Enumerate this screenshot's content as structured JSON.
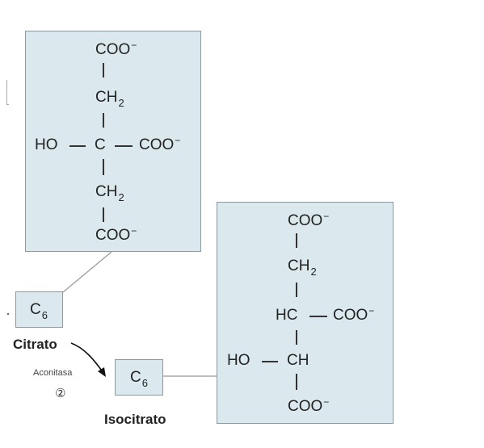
{
  "citrate": {
    "top": "COO",
    "charge": "−",
    "ch2_top": "CH",
    "sub2": "2",
    "ho": "HO",
    "c": "C",
    "right": "COO",
    "ch2_bottom": "CH",
    "bottom": "COO",
    "short_label": "C",
    "short_sub": "6",
    "name": "Citrato"
  },
  "isocitrate": {
    "top": "COO",
    "charge": "−",
    "ch2": "CH",
    "sub2": "2",
    "hc": "HC",
    "right": "COO",
    "ho": "HO",
    "ch": "CH",
    "bottom": "COO",
    "short_label": "C",
    "short_sub": "6",
    "name": "Isocitrato"
  },
  "enzyme": {
    "name": "Aconitasa",
    "step": "②"
  },
  "colors": {
    "box_fill": "#dbe9ee",
    "box_border": "#8a9aa0"
  }
}
